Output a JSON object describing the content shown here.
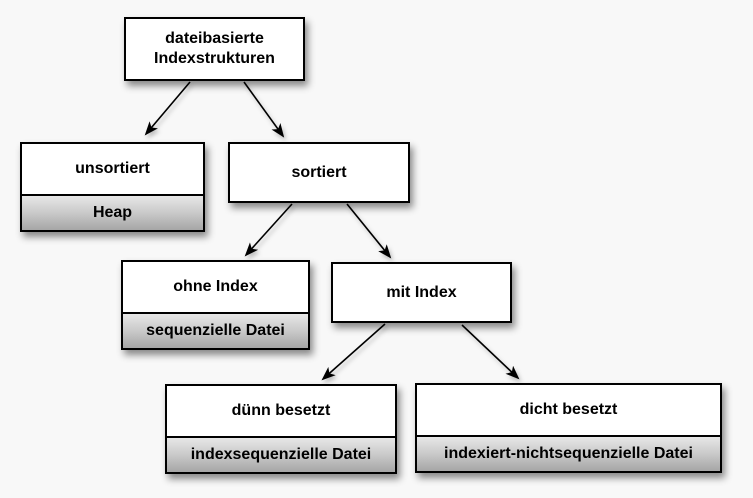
{
  "diagram": {
    "description": "Baumdiagramm dateibasierte Indexstrukturen",
    "colors": {
      "background": "#f8f8f8",
      "box_fill": "#ffffff",
      "box_border": "#000000",
      "sublabel_gradient_top": "#e7e7e7",
      "sublabel_gradient_bottom": "#a6a6a6",
      "arrow": "#000000",
      "text": "#000000"
    }
  },
  "nodes": {
    "root": {
      "label": "dateibasierte Indexstrukturen"
    },
    "unsortiert": {
      "label": "unsortiert",
      "sublabel": "Heap"
    },
    "sortiert": {
      "label": "sortiert"
    },
    "ohne_index": {
      "label": "ohne Index",
      "sublabel": "sequenzielle Datei"
    },
    "mit_index": {
      "label": "mit Index"
    },
    "duenn": {
      "label": "dünn besetzt",
      "sublabel": "indexsequenzielle Datei"
    },
    "dicht": {
      "label": "dicht besetzt",
      "sublabel": "indexiert-nichtsequenzielle Datei"
    }
  },
  "edges": [
    {
      "from": "root",
      "to": "unsortiert"
    },
    {
      "from": "root",
      "to": "sortiert"
    },
    {
      "from": "sortiert",
      "to": "ohne_index"
    },
    {
      "from": "sortiert",
      "to": "mit_index"
    },
    {
      "from": "mit_index",
      "to": "duenn"
    },
    {
      "from": "mit_index",
      "to": "dicht"
    }
  ]
}
